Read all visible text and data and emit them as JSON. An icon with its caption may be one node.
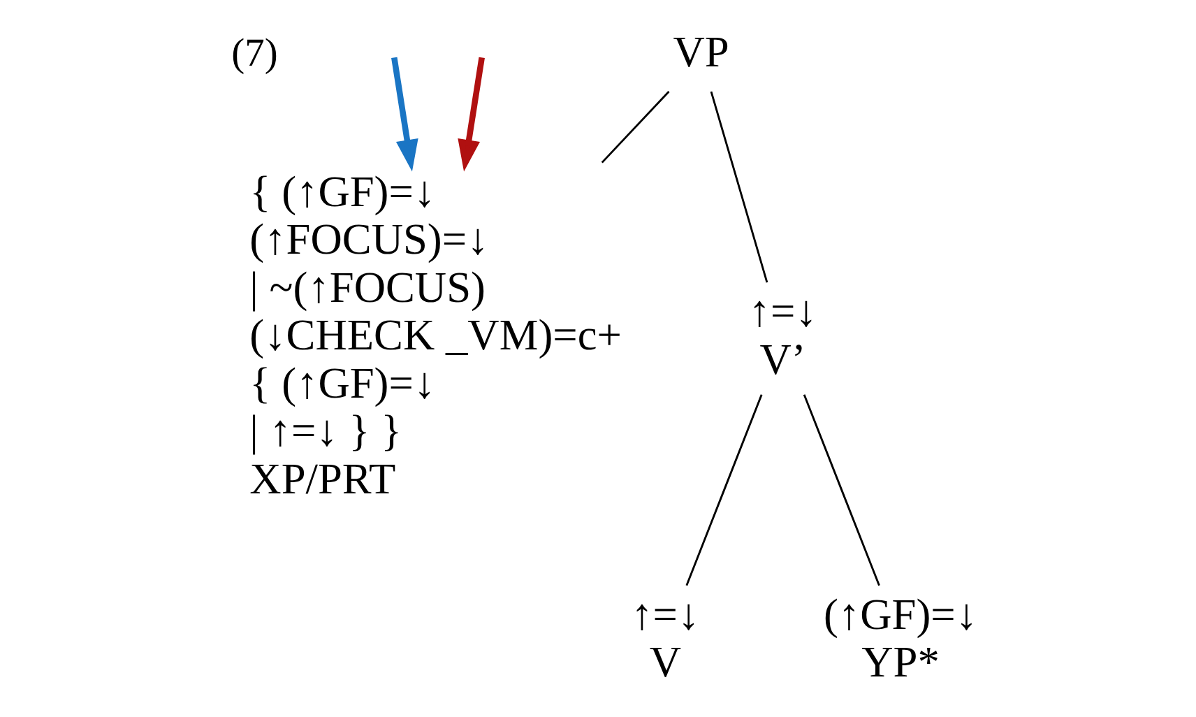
{
  "diagram": {
    "nodes": [
      {
        "text": [
          "VP"
        ]
      },
      {
        "text": [
          "↑=↓",
          "V’"
        ]
      },
      {
        "text": [
          "↑=↓",
          "V"
        ]
      },
      {
        "text": [
          "(↑GF)=↓",
          "YP*"
        ]
      },
      {
        "text": [
          "{ (↑GF)=↓",
          "(↑FOCUS)=↓",
          "| ~(↑FOCUS)",
          "(↓CHECK _VM)=c+",
          "{ (↑GF)=↓",
          "| ↑=↓ } }",
          "XP/PRT"
        ]
      }
    ],
    "edges": [
      {
        "from": 0,
        "to": 4,
        "arrow": "none"
      },
      {
        "from": 0,
        "to": 1,
        "arrow": "none"
      },
      {
        "from": 1,
        "to": 2,
        "arrow": "none"
      },
      {
        "from": 1,
        "to": 3,
        "arrow": "none"
      },
      {
        "from": null,
        "to": 4,
        "arrow": "to",
        "style": "thick",
        "color": "#1a75c4"
      },
      {
        "from": null,
        "to": 4,
        "arrow": "to",
        "style": "thick",
        "color": "#b01010"
      }
    ],
    "labels": [
      "(7)"
    ]
  }
}
